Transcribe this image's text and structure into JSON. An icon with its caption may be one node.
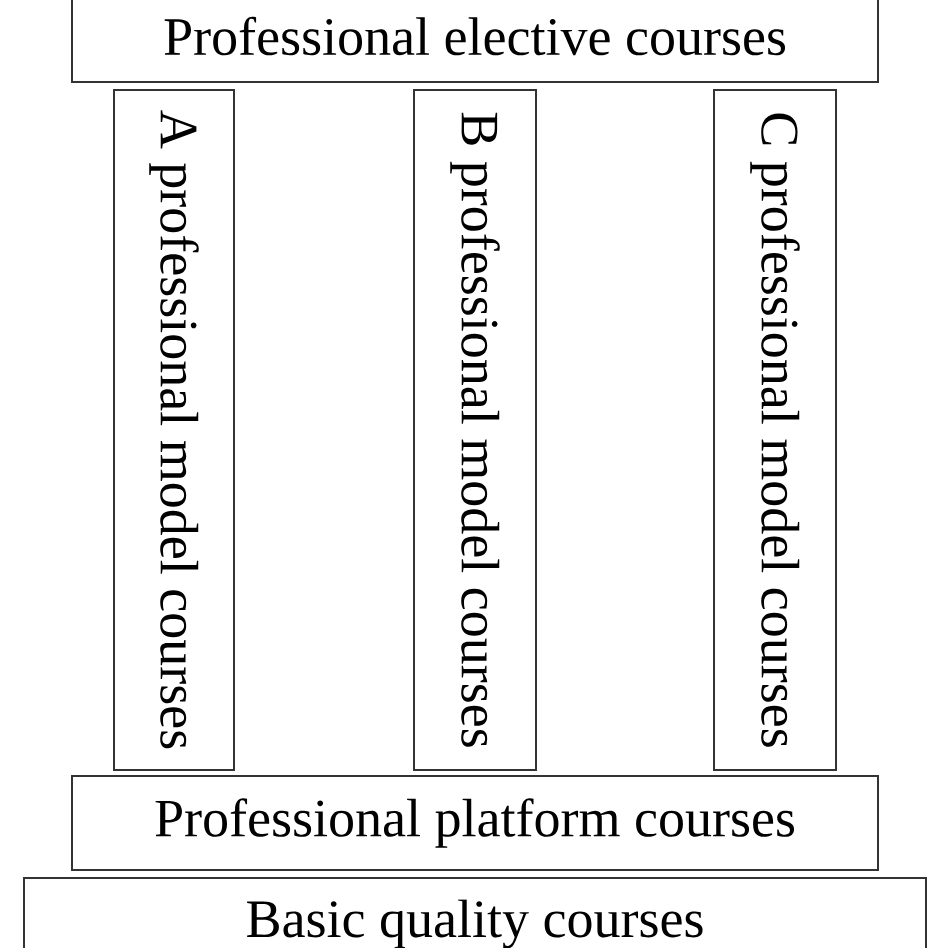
{
  "diagram": {
    "nodes": [
      {
        "text": [
          "Professional elective courses"
        ]
      },
      {
        "text": [
          "A professional model courses"
        ]
      },
      {
        "text": [
          "B professional model courses"
        ]
      },
      {
        "text": [
          "C professional model courses"
        ]
      },
      {
        "text": [
          "Professional platform courses"
        ]
      },
      {
        "text": [
          "Basic quality courses"
        ]
      }
    ]
  }
}
